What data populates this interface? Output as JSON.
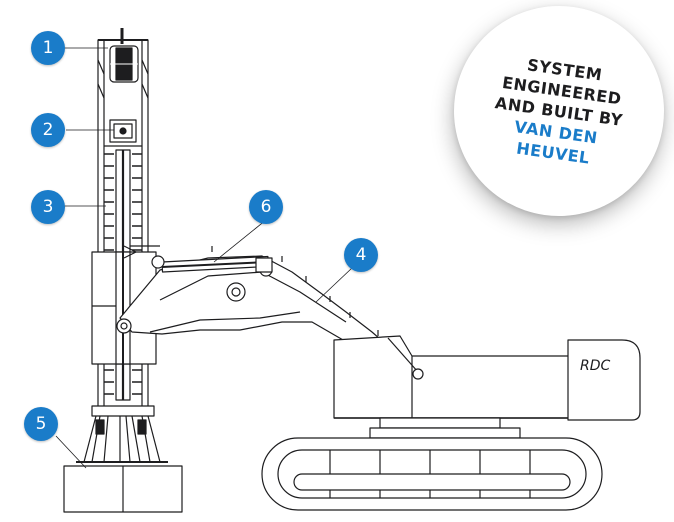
{
  "callouts": [
    {
      "number": "1"
    },
    {
      "number": "2"
    },
    {
      "number": "3"
    },
    {
      "number": "4"
    },
    {
      "number": "5"
    },
    {
      "number": "6"
    }
  ],
  "badge": {
    "line1": "SYSTEM",
    "line2": "ENGINEERED",
    "line3": "AND BUILT BY",
    "line4": "VAN DEN",
    "line5": "HEUVEL"
  },
  "machine": {
    "logo_text": "RDC"
  },
  "colors": {
    "accent": "#1a7cc9",
    "line": "#1d1d1f",
    "background": "#ffffff"
  }
}
